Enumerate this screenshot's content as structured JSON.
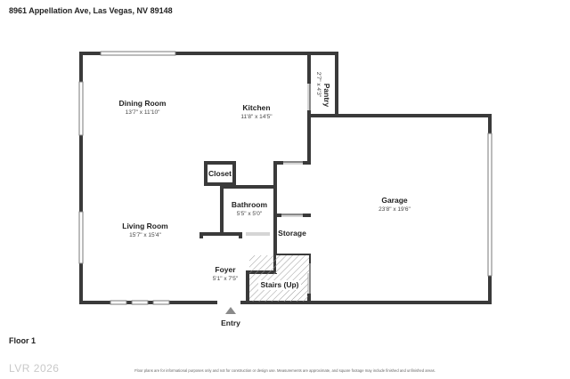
{
  "header": {
    "address": "8961 Appellation Ave, Las Vegas, NV 89148"
  },
  "rooms": [
    {
      "key": "dining",
      "name": "Dining Room",
      "dims": "13'7\" x 11'10\""
    },
    {
      "key": "kitchen",
      "name": "Kitchen",
      "dims": "11'8\" x 14'5\""
    },
    {
      "key": "pantry",
      "name": "Pantry",
      "dims": "2'7\" x 4'3\""
    },
    {
      "key": "closet",
      "name": "Closet",
      "dims": ""
    },
    {
      "key": "bathroom",
      "name": "Bathroom",
      "dims": "5'5\" x 5'0\""
    },
    {
      "key": "garage",
      "name": "Garage",
      "dims": "23'8\" x 19'6\""
    },
    {
      "key": "living",
      "name": "Living Room",
      "dims": "15'7\" x 15'4\""
    },
    {
      "key": "storage",
      "name": "Storage",
      "dims": ""
    },
    {
      "key": "foyer",
      "name": "Foyer",
      "dims": "5'1\" x 7'5\""
    },
    {
      "key": "stairs",
      "name": "Stairs (Up)",
      "dims": ""
    }
  ],
  "entry_label": "Entry",
  "floor_label": "Floor 1",
  "watermark": "LVR 2026",
  "disclaimer": "Floor plans are for informational purposes only and not for construction or design use. Measurements are approximate, and square footage may include finished and unfinished areas.",
  "colors": {
    "wall": "#3a3a3a",
    "window": "#7a7a7a",
    "hatch": "#9a9a9a",
    "watermark": "#c9c9c9"
  }
}
